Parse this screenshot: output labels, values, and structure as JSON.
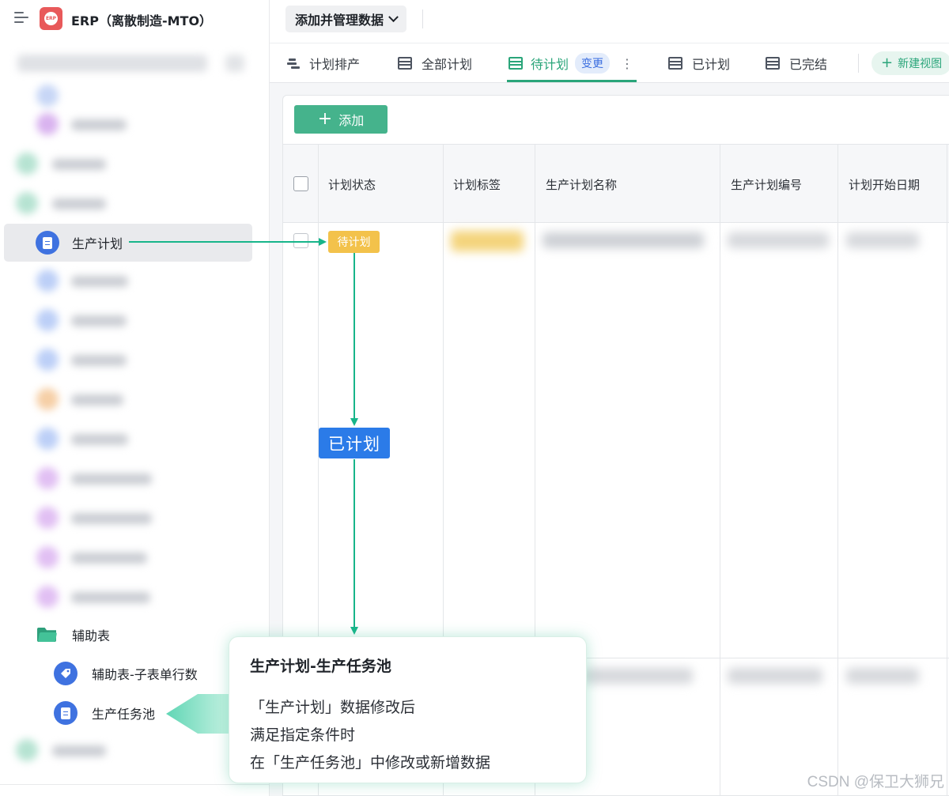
{
  "app": {
    "title": "ERP（离散制造-MTO）",
    "logo_text": "ERP"
  },
  "sidebar": {
    "active_item": "生产计划",
    "folder_label": "辅助表",
    "sub_items": [
      "辅助表-子表单行数",
      "生产任务池"
    ]
  },
  "topbar": {
    "manage_button": "添加并管理数据"
  },
  "tabs": [
    {
      "label": "计划排产",
      "icon": "gantt-icon"
    },
    {
      "label": "全部计划",
      "icon": "table-icon"
    },
    {
      "label": "待计划",
      "icon": "table-icon",
      "active": true,
      "badge": "变更"
    },
    {
      "label": "已计划",
      "icon": "table-icon"
    },
    {
      "label": "已完结",
      "icon": "table-icon"
    }
  ],
  "tab_more": "⋮",
  "new_view_label": "新建视图",
  "toolbar": {
    "add_label": "添加"
  },
  "table": {
    "columns": [
      "计划状态",
      "计划标签",
      "生产计划名称",
      "生产计划编号",
      "计划开始日期"
    ],
    "rows": [
      {
        "status": "待计划"
      }
    ]
  },
  "annotations": {
    "target_state": "已计划",
    "callout_title": "生产计划-生产任务池",
    "callout_lines": [
      "「生产计划」数据修改后",
      "满足指定条件时",
      "在「生产任务池」中修改或新增数据"
    ]
  },
  "watermark": "CSDN @保卫大狮兄",
  "colors": {
    "accent_green": "#2aa57a",
    "status_pending": "#f3c24b",
    "status_planned": "#2b7be8",
    "icon_blue": "#3f72e0",
    "logo_red": "#e8595a"
  }
}
